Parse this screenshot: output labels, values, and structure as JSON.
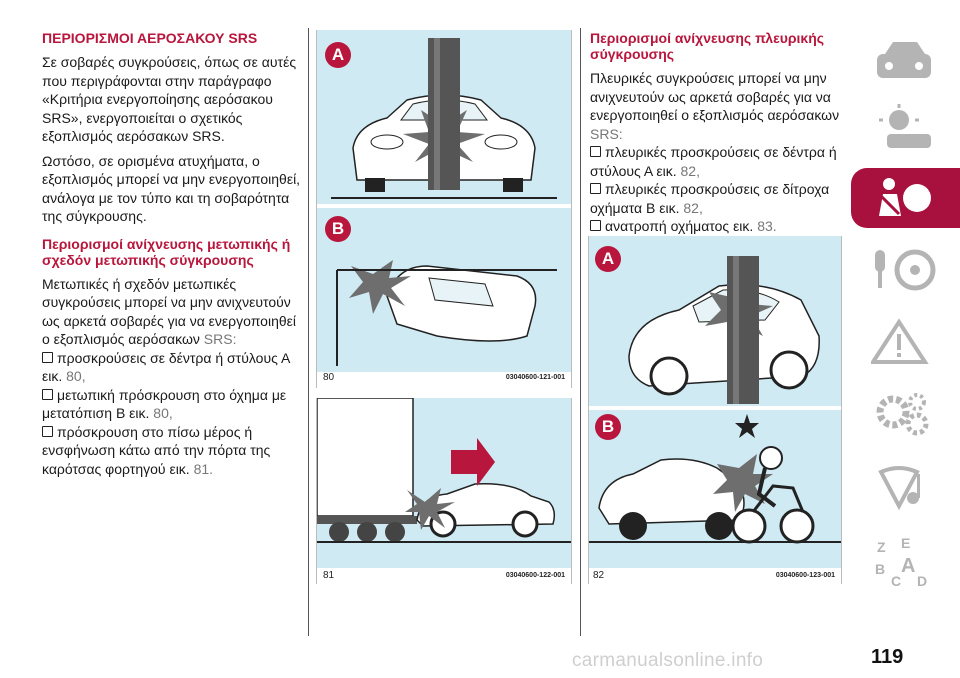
{
  "col1": {
    "heading1": "ΠΕΡΙΟΡΙΣΜΟΙ ΑΕΡΟΣΑΚΟΥ SRS",
    "p1": "Σε σοβαρές συγκρούσεις, όπως σε αυτές που περιγράφονται στην παράγραφο «Κριτήρια ενεργοποίησης αερόσακου SRS», ενεργοποιείται ο σχετικός εξοπλισμός αερόσακων SRS.",
    "p2": "Ωστόσο, σε ορισμένα ατυχήματα, ο εξοπλισμός μπορεί να μην ενεργοποιηθεί, ανάλογα με τον τύπο και τη σοβαρότητα της σύγκρουσης.",
    "heading2": "Περιορισμοί ανίχνευσης μετωπικής ή σχεδόν μετωπικής σύγκρουσης",
    "p3_text": "Μετωπικές ή σχεδόν μετωπικές συγκρούσεις μπορεί να μην ανιχνευτούν ως αρκετά σοβαρές για να ενεργοποιηθεί ο εξοπλισμός αερόσακων",
    "p3_ref": "SRS:",
    "bullets": [
      {
        "text": "προσκρούσεις σε δέντρα ή στύλους Α εικ.",
        "ref": "80,"
      },
      {
        "text": "μετωπική πρόσκρουση στο όχημα με μετατόπιση Β εικ.",
        "ref": "80,"
      },
      {
        "text": "πρόσκρουση στο πίσω μέρος ή ενσφήνωση κάτω από την πόρτα της καρότσας φορτηγού εικ.",
        "ref": "81."
      }
    ]
  },
  "col3": {
    "heading": "Περιορισμοί ανίχνευσης πλευρικής σύγκρουσης",
    "p_text": "Πλευρικές συγκρούσεις μπορεί να μην ανιχνευτούν ως αρκετά σοβαρές για να ενεργοποιηθεί ο εξοπλισμός αερόσακων",
    "p_ref": "SRS:",
    "bullets": [
      {
        "text": "πλευρικές προσκρούσεις σε δέντρα ή στύλους Α εικ.",
        "ref": "82,"
      },
      {
        "text": "πλευρικές προσκρούσεις σε δίτροχα οχήματα Β εικ.",
        "ref": "82,"
      },
      {
        "text": "ανατροπή οχήματος εικ.",
        "ref": "83."
      }
    ]
  },
  "figures": {
    "fig80": {
      "num": "80",
      "code": "03040600-121-001",
      "label_a": "A",
      "label_b": "B"
    },
    "fig81": {
      "num": "81",
      "code": "03040600-122-001"
    },
    "fig82": {
      "num": "82",
      "code": "03040600-123-001",
      "label_a": "A",
      "label_b": "B"
    }
  },
  "sidebar": {
    "tabs": [
      "dashboard-car-icon",
      "warning-lights-icon",
      "airbag-safety-icon",
      "key-steering-icon",
      "road-warning-icon",
      "maintenance-gears-icon",
      "multimedia-icon",
      "alphabetical-index-icon"
    ],
    "active_index": 2,
    "active_color": "#a8103d",
    "icon_color": "#b4b4b4"
  },
  "page_number": "119",
  "watermark": "carmanualsonline.info",
  "colors": {
    "accent": "#b8163c",
    "figure_bg": "#cfeaf3"
  }
}
